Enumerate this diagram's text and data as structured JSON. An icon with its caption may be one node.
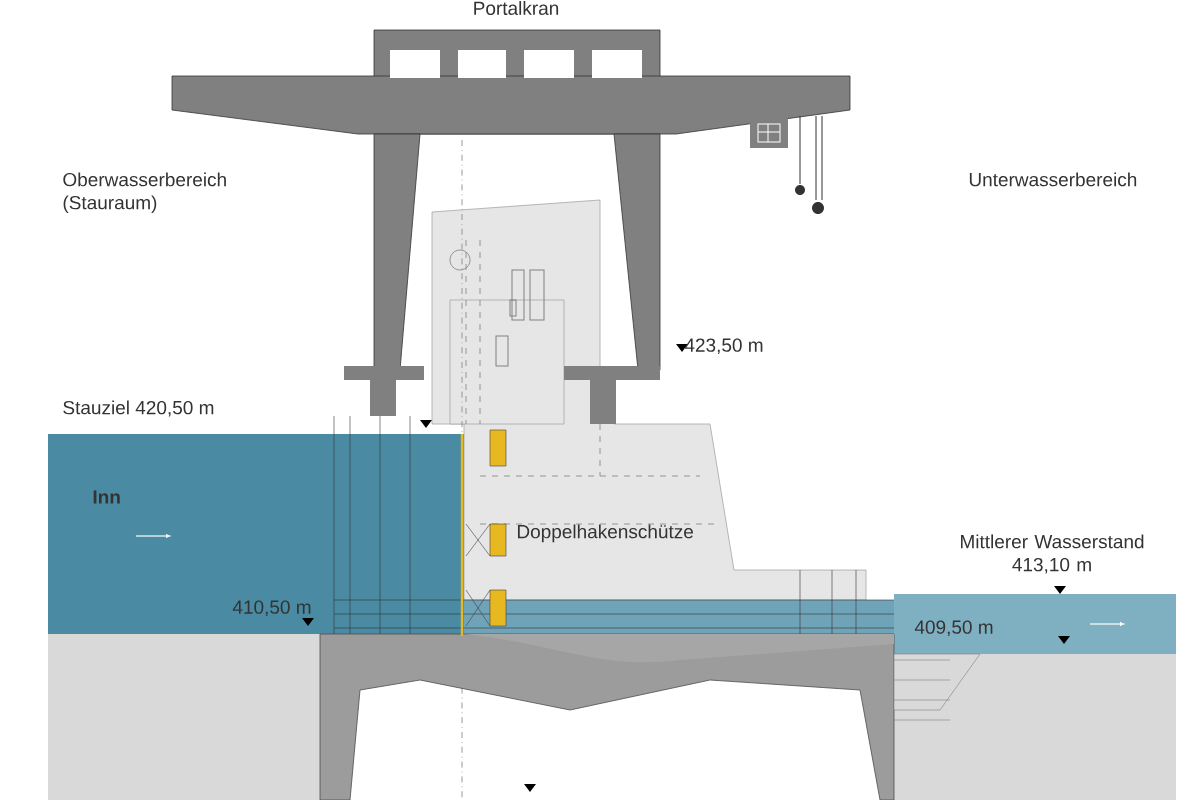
{
  "diagram": {
    "labels": [
      "Portalkran",
      "Oberwasserbereich (Stauraum)",
      "Unterwasserbereich",
      "423,50 m",
      "Stauziel 420,50 m",
      "Inn",
      "Doppelhakenschütze",
      "Mittlerer Wasserstand 413,10 m",
      "410,50 m",
      "409,50 m"
    ]
  }
}
